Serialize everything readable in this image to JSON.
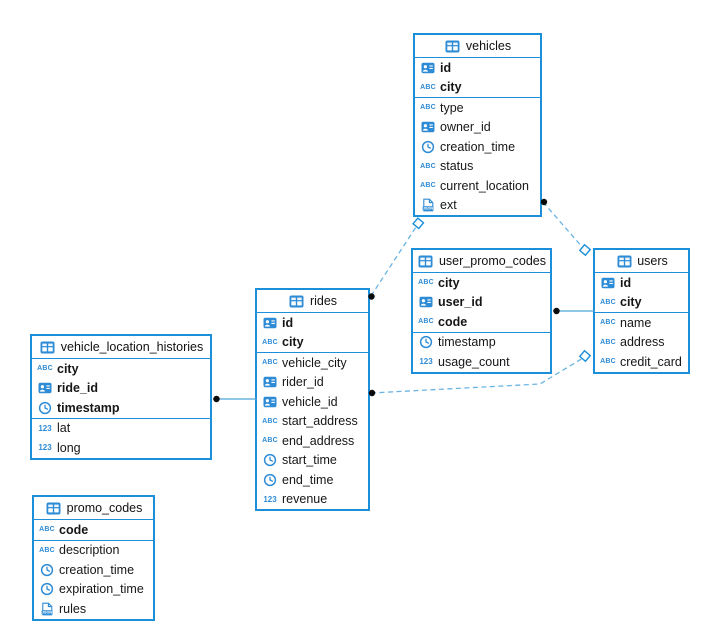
{
  "canvas": {
    "background": "#ffffff",
    "accent": "#1b8fd9",
    "connector_color": "#6ab4e2",
    "text_color": "#161616"
  },
  "icons": {
    "text_glyph": "ABC",
    "number_glyph": "123",
    "json_glyph": "JSON"
  },
  "tables": [
    {
      "title": "vehicles",
      "primary_fields": [
        {
          "name": "id",
          "type": "uuid"
        },
        {
          "name": "city",
          "type": "text"
        }
      ],
      "fields": [
        {
          "name": "type",
          "type": "text"
        },
        {
          "name": "owner_id",
          "type": "uuid"
        },
        {
          "name": "creation_time",
          "type": "timestamp"
        },
        {
          "name": "status",
          "type": "text"
        },
        {
          "name": "current_location",
          "type": "text"
        },
        {
          "name": "ext",
          "type": "json"
        }
      ]
    },
    {
      "title": "user_promo_codes",
      "primary_fields": [
        {
          "name": "city",
          "type": "text"
        },
        {
          "name": "user_id",
          "type": "uuid"
        },
        {
          "name": "code",
          "type": "text"
        }
      ],
      "fields": [
        {
          "name": "timestamp",
          "type": "timestamp"
        },
        {
          "name": "usage_count",
          "type": "number"
        }
      ]
    },
    {
      "title": "users",
      "primary_fields": [
        {
          "name": "id",
          "type": "uuid"
        },
        {
          "name": "city",
          "type": "text"
        }
      ],
      "fields": [
        {
          "name": "name",
          "type": "text"
        },
        {
          "name": "address",
          "type": "text"
        },
        {
          "name": "credit_card",
          "type": "text"
        }
      ]
    },
    {
      "title": "rides",
      "primary_fields": [
        {
          "name": "id",
          "type": "uuid"
        },
        {
          "name": "city",
          "type": "text"
        }
      ],
      "fields": [
        {
          "name": "vehicle_city",
          "type": "text"
        },
        {
          "name": "rider_id",
          "type": "uuid"
        },
        {
          "name": "vehicle_id",
          "type": "uuid"
        },
        {
          "name": "start_address",
          "type": "text"
        },
        {
          "name": "end_address",
          "type": "text"
        },
        {
          "name": "start_time",
          "type": "timestamp"
        },
        {
          "name": "end_time",
          "type": "timestamp"
        },
        {
          "name": "revenue",
          "type": "number"
        }
      ]
    },
    {
      "title": "vehicle_location_histories",
      "primary_fields": [
        {
          "name": "city",
          "type": "text"
        },
        {
          "name": "ride_id",
          "type": "uuid"
        },
        {
          "name": "timestamp",
          "type": "timestamp"
        }
      ],
      "fields": [
        {
          "name": "lat",
          "type": "number"
        },
        {
          "name": "long",
          "type": "number"
        }
      ]
    },
    {
      "title": "promo_codes",
      "primary_fields": [
        {
          "name": "code",
          "type": "text"
        }
      ],
      "fields": [
        {
          "name": "description",
          "type": "text"
        },
        {
          "name": "creation_time",
          "type": "timestamp"
        },
        {
          "name": "expiration_time",
          "type": "timestamp"
        },
        {
          "name": "rules",
          "type": "json"
        }
      ]
    }
  ],
  "relationships": [
    {
      "from": "rides",
      "to": "vehicles",
      "style": "dashed"
    },
    {
      "from": "vehicles",
      "to": "users",
      "style": "dashed"
    },
    {
      "from": "rides",
      "to": "users",
      "style": "dashed"
    },
    {
      "from": "user_promo_codes",
      "to": "users",
      "style": "solid"
    },
    {
      "from": "vehicle_location_histories",
      "to": "rides",
      "style": "solid"
    }
  ]
}
